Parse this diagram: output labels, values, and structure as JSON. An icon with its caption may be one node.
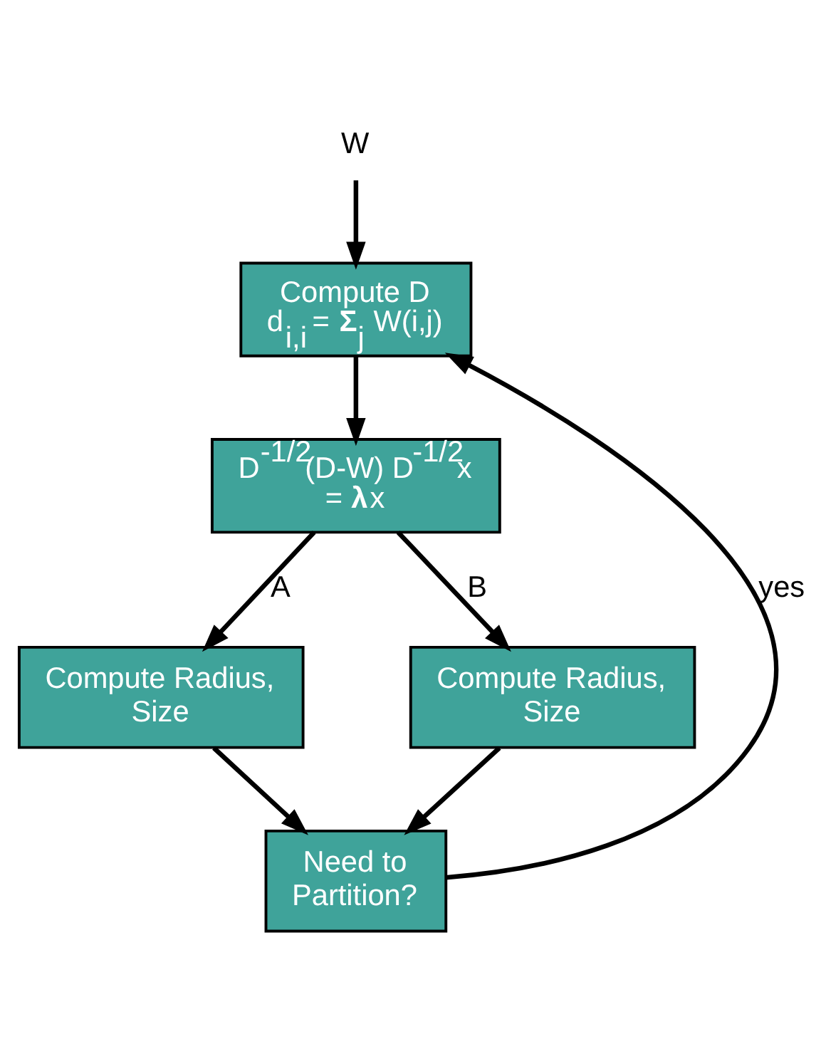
{
  "diagram": {
    "nodes": [
      {
        "text": [
          "W"
        ]
      },
      {
        "text": [
          "Compute D",
          "d$_{i,i}$ = **Σ**$_{j}$ W(i,j)"
        ]
      },
      {
        "text": [
          "D$^{-1/2}$(D-W) D$^{-1/2}$x = **λ**x"
        ]
      },
      {
        "text": [
          "Compute Radius, Size"
        ]
      },
      {
        "text": [
          "Compute Radius, Size"
        ]
      },
      {
        "text": [
          "Need to Partition?"
        ]
      }
    ],
    "edges": [
      {
        "from": 0,
        "to": 1,
        "arrow": "to"
      },
      {
        "from": 1,
        "to": 2,
        "arrow": "to"
      },
      {
        "from": 2,
        "to": 3,
        "arrow": "to",
        "label": "A"
      },
      {
        "from": 2,
        "to": 4,
        "arrow": "to",
        "label": "B"
      },
      {
        "from": 3,
        "to": 5,
        "arrow": "to"
      },
      {
        "from": 4,
        "to": 5,
        "arrow": "to"
      },
      {
        "from": 5,
        "to": 1,
        "arrow": "to",
        "label": "yes"
      }
    ]
  }
}
